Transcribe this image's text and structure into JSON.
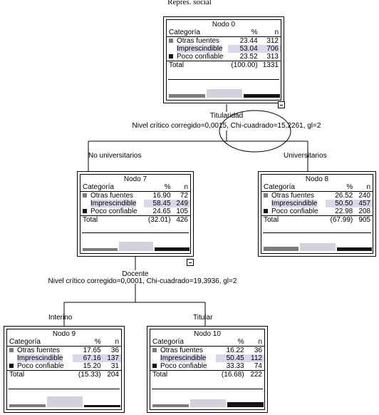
{
  "title": "Repres. social",
  "colors": {
    "otras": "#7a7a7a",
    "impresc": "#d2d2dc",
    "poco": "#141414",
    "highlight": "#d8d8ea"
  },
  "headers": {
    "categoria": "Categoría",
    "pct": "%",
    "n": "n"
  },
  "total_label": "Total",
  "splits": [
    {
      "variable": "Titularidad",
      "stats": "Nivel crítico corregido=0,0015, Chi-cuadrado=15,2261, gl=2",
      "branches": [
        "No universitarios",
        "Universitarios"
      ]
    },
    {
      "variable": "Docente",
      "stats": "Nivel crítico corregido=0,0001, Chi-cuadrado=19,3936, gl=2",
      "branches": [
        "Interino",
        "Titular"
      ]
    }
  ],
  "nodes": {
    "n0": {
      "title": "Nodo 0",
      "rows": [
        {
          "cat": "Otras fuentes",
          "pct": "23.44",
          "n": "312"
        },
        {
          "cat": "Imprescindible",
          "pct": "53.04",
          "n": "706"
        },
        {
          "cat": "Poco confiable",
          "pct": "23.52",
          "n": "313"
        }
      ],
      "total_pct": "(100.00)",
      "total_n": "1331",
      "bar_values": [
        23.44,
        53.04,
        23.52
      ]
    },
    "n7": {
      "title": "Nodo 7",
      "rows": [
        {
          "cat": "Otras fuentes",
          "pct": "16.90",
          "n": "72"
        },
        {
          "cat": "Imprescindible",
          "pct": "58.45",
          "n": "249"
        },
        {
          "cat": "Poco confiable",
          "pct": "24.65",
          "n": "105"
        }
      ],
      "total_pct": "(32.01)",
      "total_n": "426",
      "bar_values": [
        16.9,
        58.45,
        24.65
      ]
    },
    "n8": {
      "title": "Nodo 8",
      "rows": [
        {
          "cat": "Otras fuentes",
          "pct": "26.52",
          "n": "240"
        },
        {
          "cat": "Imprescindible",
          "pct": "50.50",
          "n": "457"
        },
        {
          "cat": "Poco confiable",
          "pct": "22.98",
          "n": "208"
        }
      ],
      "total_pct": "(67.99)",
      "total_n": "905",
      "bar_values": [
        26.52,
        50.5,
        22.98
      ]
    },
    "n9": {
      "title": "Nodo 9",
      "rows": [
        {
          "cat": "Otras fuentes",
          "pct": "17.65",
          "n": "36"
        },
        {
          "cat": "Imprescindible",
          "pct": "67.16",
          "n": "137"
        },
        {
          "cat": "Poco confiable",
          "pct": "15.20",
          "n": "31"
        }
      ],
      "total_pct": "(15.33)",
      "total_n": "204",
      "bar_values": [
        17.65,
        67.16,
        15.2
      ]
    },
    "n10": {
      "title": "Nodo 10",
      "rows": [
        {
          "cat": "Otras fuentes",
          "pct": "16.22",
          "n": "36"
        },
        {
          "cat": "Imprescindible",
          "pct": "50.45",
          "n": "112"
        },
        {
          "cat": "Poco confiable",
          "pct": "33.33",
          "n": "74"
        }
      ],
      "total_pct": "(16.68)",
      "total_n": "222",
      "bar_values": [
        16.22,
        50.45,
        33.33
      ]
    }
  }
}
